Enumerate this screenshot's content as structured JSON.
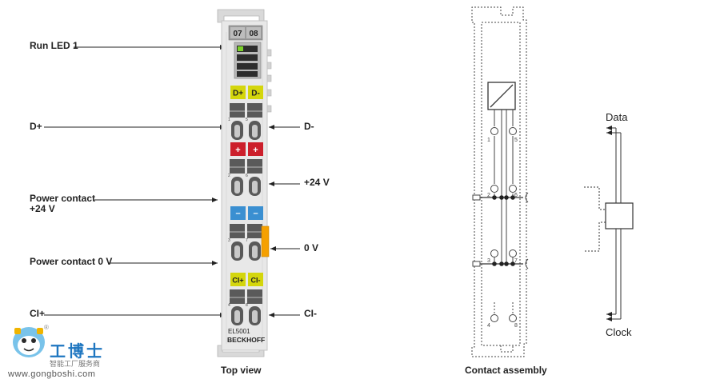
{
  "labels": {
    "run_led": "Run LED 1",
    "d_plus": "D+",
    "d_minus": "D-",
    "plus24v": "+24 V",
    "power_contact_24v_l1": "Power contact",
    "power_contact_24v_l2": "+24 V",
    "zero_v": "0 V",
    "power_contact_0v": "Power contact 0 V",
    "ci_plus": "CI+",
    "ci_minus": "CI-"
  },
  "module": {
    "channel_left": "07",
    "channel_right": "08",
    "tag_d_plus": "D+",
    "tag_d_minus": "D-",
    "tag_plus": "+",
    "tag_minus": "–",
    "tag_ci_plus": "CI+",
    "tag_ci_minus": "CI-",
    "model": "EL5001",
    "brand": "BECKHOFF",
    "terminal_numbers": [
      "1",
      "5",
      "2",
      "6",
      "3",
      "7",
      "4",
      "8"
    ],
    "colors": {
      "yellow": "#d4d60c",
      "red": "#cc1f2b",
      "blue": "#3a8fd1",
      "orange": "#f5a000",
      "body": "#e8e8e8"
    }
  },
  "contact": {
    "numbers": [
      "1",
      "5",
      "2",
      "6",
      "3",
      "7",
      "4",
      "8"
    ]
  },
  "signal": {
    "data": "Data",
    "clock": "Clock"
  },
  "captions": {
    "top_view": "Top view",
    "contact_assembly": "Contact assembly"
  },
  "watermark": {
    "brand": "工博士",
    "slogan": "智能工厂服务商",
    "url": "www.gongboshi.com",
    "registered": "®"
  }
}
